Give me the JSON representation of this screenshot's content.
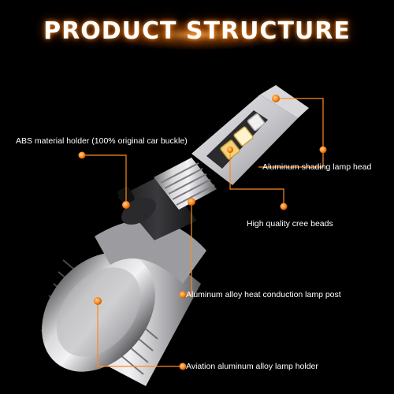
{
  "title": "PRODUCT STRUCTURE",
  "colors": {
    "accent": "#ff8a1e",
    "background": "#000000",
    "text": "#ffffff"
  },
  "callouts": [
    {
      "label": "ABS material holder (100% original car buckle)"
    },
    {
      "label": "Aluminum shading lamp head"
    },
    {
      "label": "High quality cree beads"
    },
    {
      "label": "Aluminum alloy heat conduction lamp post"
    },
    {
      "label": "Aviation aluminum alloy lamp holder"
    }
  ]
}
